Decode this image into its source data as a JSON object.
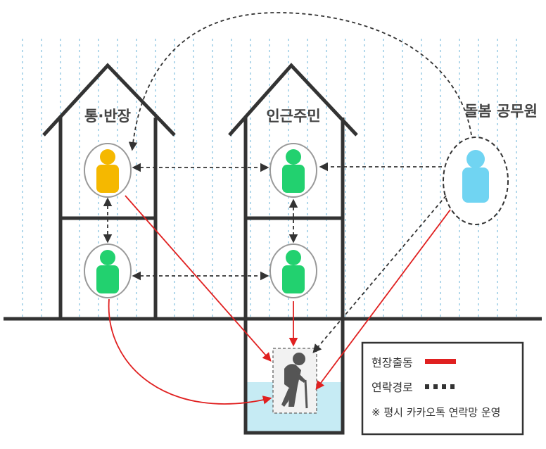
{
  "labels": {
    "house_left": "통·반장",
    "house_mid": "인근주민",
    "officer": "돌봄 공무원"
  },
  "legend": {
    "field": "현장출동",
    "contact": "연락경로",
    "note": "※ 평시 카카오톡 연락망 운영"
  },
  "colors": {
    "leader": "#f5b800",
    "neighbor": "#22d16f",
    "officer": "#70d4f2",
    "field_line": "#e02020",
    "contact_line": "#333333",
    "water": "#c6ebf4",
    "elder": "#555555"
  }
}
